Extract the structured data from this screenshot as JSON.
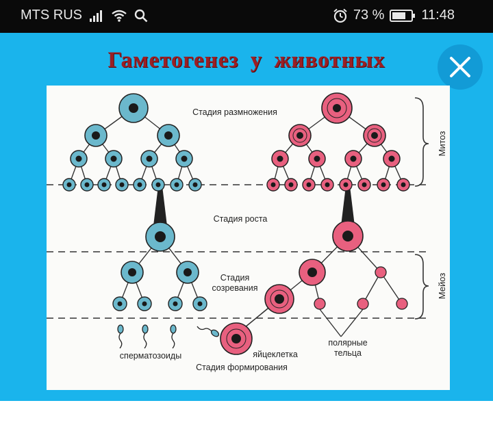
{
  "status_bar": {
    "carrier": "MTS RUS",
    "battery_percent": "73 %",
    "time": "11:48",
    "icons": [
      "signal-icon",
      "wifi-icon",
      "search-icon",
      "alarm-icon",
      "battery-icon"
    ]
  },
  "viewer": {
    "title": "Гаметогенез  у   животных",
    "close_icon": "close-icon",
    "colors": {
      "panel": "#1ab4ec",
      "close_button": "#129bd6",
      "title": "#9b1f24",
      "male_cell": "#6bb8cc",
      "female_cell": "#e8607f"
    }
  },
  "diagram": {
    "stages": {
      "multiplication": "Стадия размножения",
      "growth": "Стадия роста",
      "maturation_line1": "Стадия",
      "maturation_line2": "созревания",
      "formation": "Стадия формирования"
    },
    "phases": {
      "mitosis": "Митоз",
      "meiosis": "Мейоз"
    },
    "labels": {
      "sperm": "сперматозоиды",
      "egg": "яйцеклетка",
      "polar_line1": "полярные",
      "polar_line2": "тельца"
    }
  }
}
